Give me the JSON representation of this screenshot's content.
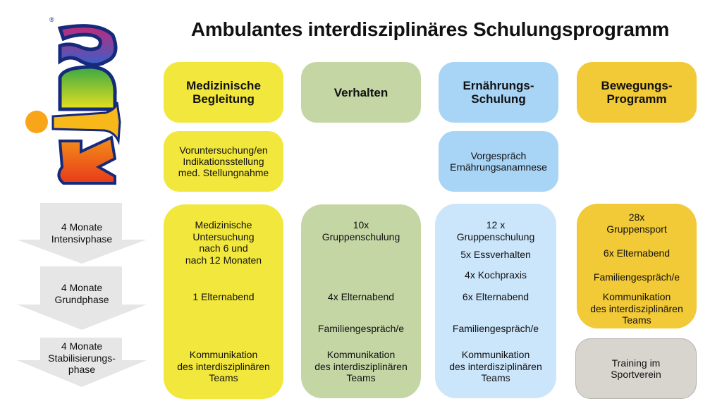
{
  "title": "Ambulantes interdisziplinäres Schulungsprogramm",
  "logo": {
    "text": "kids",
    "registered_mark": "®"
  },
  "phases": [
    {
      "lines": [
        "4 Monate",
        "Intensivphase"
      ]
    },
    {
      "lines": [
        "4 Monate",
        "Grundphase"
      ]
    },
    {
      "lines": [
        "4 Monate",
        "Stabilisierungs-",
        "phase"
      ]
    }
  ],
  "columns": [
    {
      "header": [
        "Medizinische",
        "Begleitung"
      ],
      "color": "#f2e73c",
      "pre": [
        "Voruntersuchung/en",
        "Indikationsstellung",
        "med. Stellungnahme"
      ],
      "items": [
        [
          "Medizinische",
          "Untersuchung",
          "nach 6 und",
          "nach 12 Monaten"
        ],
        [
          "1 Elternabend"
        ],
        [
          "Kommunikation",
          "des interdisziplinären",
          "Teams"
        ]
      ]
    },
    {
      "header": [
        "Verhalten"
      ],
      "color": "#c5d6a5",
      "items": [
        [
          "10x",
          "Gruppenschulung"
        ],
        [
          "4x Elternabend"
        ],
        [
          "Familiengespräch/e"
        ],
        [
          "Kommunikation",
          "des interdisziplinären",
          "Teams"
        ]
      ]
    },
    {
      "header": [
        "Ernährungs-",
        "Schulung"
      ],
      "color": "#a8d4f6",
      "pre": [
        "Vorgespräch",
        "Ernährungsanamnese"
      ],
      "items": [
        [
          "12 x",
          "Gruppenschulung"
        ],
        [
          "5x Essverhalten"
        ],
        [
          "4x Kochpraxis"
        ],
        [
          "6x Elternabend"
        ],
        [
          "Familiengespräch/e"
        ],
        [
          "Kommunikation",
          "des interdisziplinären",
          "Teams"
        ]
      ]
    },
    {
      "header": [
        "Bewegungs-",
        "Programm"
      ],
      "color": "#f2c936",
      "items": [
        [
          "28x",
          "Gruppensport"
        ],
        [
          "6x Elternabend"
        ],
        [
          "Familiengespräch/e"
        ],
        [
          "Kommunikation",
          "des interdisziplinären",
          "Teams"
        ]
      ],
      "followup": [
        "Training im",
        "Sportverein"
      ]
    }
  ]
}
